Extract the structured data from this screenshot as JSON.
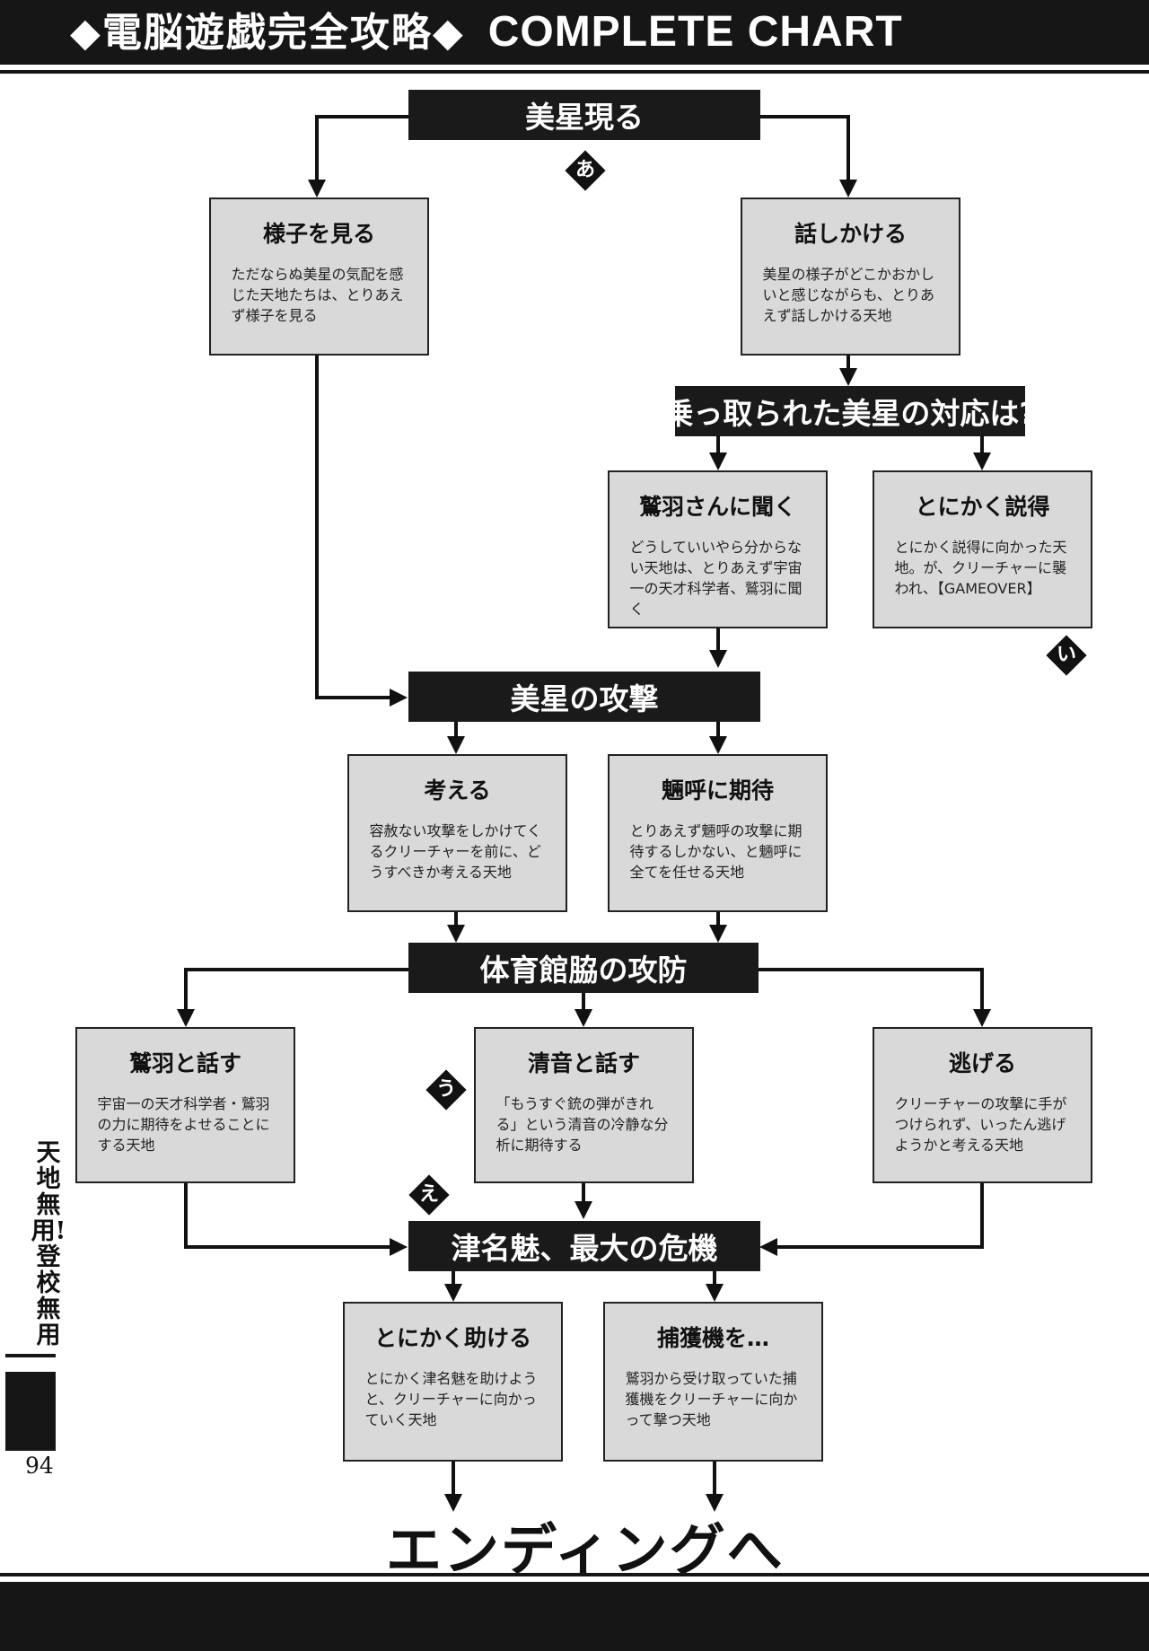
{
  "header": {
    "title_ja": "◆電脳遊戯完全攻略◆",
    "title_en": "COMPLETE CHART"
  },
  "sidebar": {
    "title": "天地無用!登校無用",
    "page_number": "94"
  },
  "chart": {
    "headers": {
      "h1": "美星現る",
      "h2": "乗っ取られた美星の対応は?",
      "h3": "美星の攻撃",
      "h4": "体育館脇の攻防",
      "h5": "津名魅、最大の危機"
    },
    "boxes": {
      "b1": {
        "title": "様子を見る",
        "desc": "ただならぬ美星の気配を感じた天地たちは、とりあえず様子を見る"
      },
      "b2": {
        "title": "話しかける",
        "desc": "美星の様子がどこかおかしいと感じながらも、とりあえず話しかける天地"
      },
      "b3": {
        "title": "鷲羽さんに聞く",
        "desc": "どうしていいやら分からない天地は、とりあえず宇宙一の天才科学者、鷲羽に聞く"
      },
      "b4": {
        "title": "とにかく説得",
        "desc": "とにかく説得に向かった天地。が、クリーチャーに襲われ、【GAMEOVER】"
      },
      "b5": {
        "title": "考える",
        "desc": "容赦ない攻撃をしかけてくるクリーチャーを前に、どうすべきか考える天地"
      },
      "b6": {
        "title": "魎呼に期待",
        "desc": "とりあえず魎呼の攻撃に期待するしかない、と魎呼に全てを任せる天地"
      },
      "b7": {
        "title": "鷲羽と話す",
        "desc": "宇宙一の天才科学者・鷲羽の力に期待をよせることにする天地"
      },
      "b8": {
        "title": "清音と話す",
        "desc": "「もうすぐ銃の弾がきれる」という清音の冷静な分析に期待する"
      },
      "b9": {
        "title": "逃げる",
        "desc": "クリーチャーの攻撃に手がつけられず、いったん逃げようかと考える天地"
      },
      "b10": {
        "title": "とにかく助ける",
        "desc": "とにかく津名魅を助けようと、クリーチャーに向かっていく天地"
      },
      "b11": {
        "title": "捕獲機を…",
        "desc": "鷲羽から受け取っていた捕獲機をクリーチャーに向かって撃つ天地"
      }
    },
    "markers": {
      "a": "あ",
      "i": "い",
      "u": "う",
      "e": "え"
    },
    "ending": "エンディングへ"
  }
}
